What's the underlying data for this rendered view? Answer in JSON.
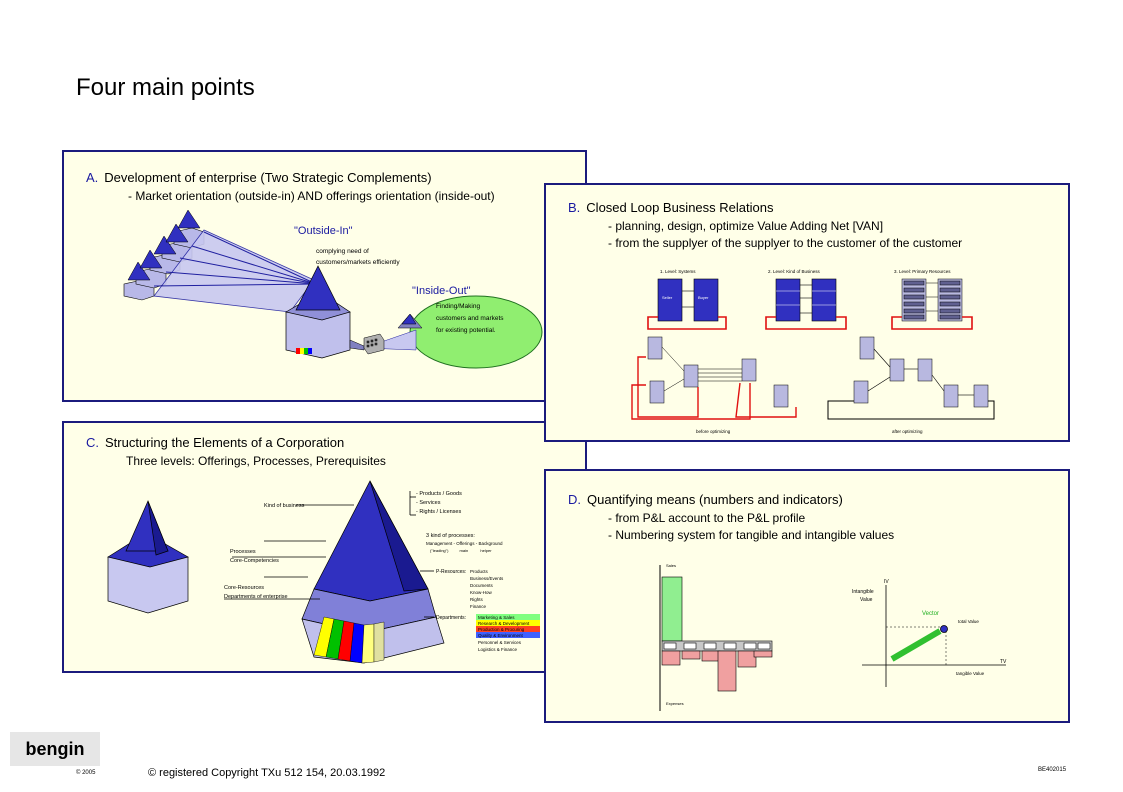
{
  "page_title": "Four main points",
  "panel_a": {
    "letter": "A.",
    "title": "Development of enterprise (Two Strategic Complements)",
    "subtitle": "- Market orientation (outside-in) AND offerings orientation (inside-out)",
    "outside_in": "\"Outside-In\"",
    "outside_in_text1": "complying need of",
    "outside_in_text2": "customers/markets efficiently",
    "inside_out": "\"Inside-Out\"",
    "inside_out_text1": "Finding/Making",
    "inside_out_text2": "customers and markets",
    "inside_out_text3": "for existing potential."
  },
  "panel_b": {
    "letter": "B.",
    "title": "Closed Loop Business Relations",
    "line1": "- planning, design, optimize Value Adding Net [VAN]",
    "line2": "- from the supplyer of the supplyer to the customer of the customer",
    "level1": "1. Level: Systems",
    "level2": "2. Level: Kind of Business",
    "level3": "3. Level: Primary Resources",
    "seller": "Seller",
    "buyer": "Buyer",
    "before": "before optimizing",
    "after": "after optimizing"
  },
  "panel_c": {
    "letter": "C.",
    "title": "Structuring the Elements of a Corporation",
    "subtitle": "Three levels: Offerings, Processes, Prerequisites",
    "kind_of_business": "Kind of business",
    "offerings": [
      "- Products / Goods",
      "- Services",
      "- Rights / Licenses"
    ],
    "processes_label1": "Processes",
    "processes_label2": "Core-Competencies",
    "core_label1": "Core-Resources",
    "core_label2": "Departments of enterprise",
    "kinds_of_processes": "3 kind of processes:",
    "proc_line": "Management - Offerings - Background",
    "proc_sub": "(\"leading\")          main           helper",
    "p_resources": "P-Resources:",
    "resources": [
      "Products",
      "Business/Events",
      "Documents",
      "Know-How",
      "Rights",
      "Finance"
    ],
    "departments": "Departments:",
    "dept_items": [
      "Marketing & Sales",
      "Research & Development",
      "Production & Procuring",
      "Quality & Environment",
      "Personnel & Services",
      "Logistics & Finance"
    ]
  },
  "panel_d": {
    "letter": "D.",
    "title": "Quantifying means (numbers and indicators)",
    "line1": "- from P&L account to the P&L profile",
    "line2": "- Numbering system for tangible and intangible values",
    "sales": "Sales",
    "expenses": "Expenses",
    "intangible_1": "Intangible",
    "intangible_2": "Value",
    "iv": "IV",
    "tv": "TV",
    "vector": "Vector",
    "total_value": "total Value",
    "tangible_value": "tangible Value"
  },
  "footer": {
    "logo": "bengin",
    "small_left": "© 2005",
    "copyright": "© registered Copyright TXu 512 154, 20.03.1992",
    "code": "BE402015"
  }
}
